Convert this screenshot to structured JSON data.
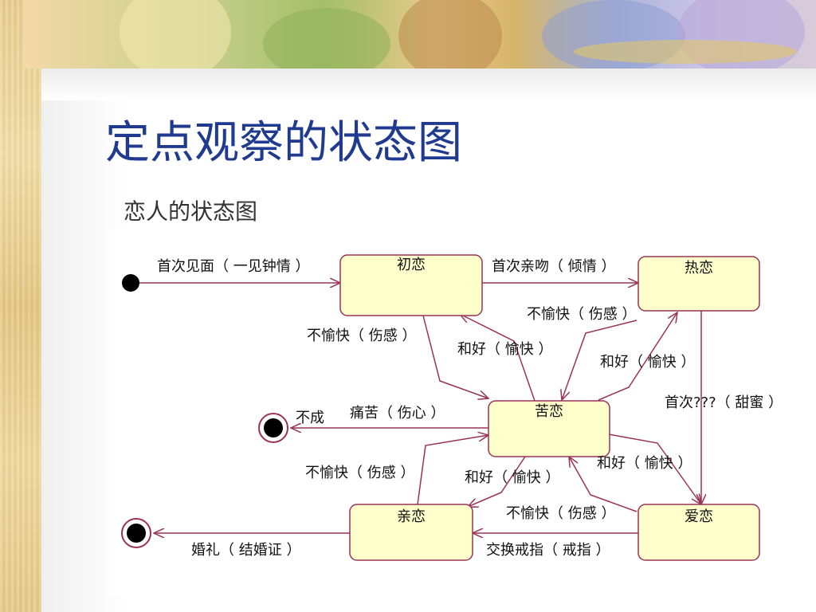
{
  "title": "定点观察的状态图",
  "subtitle": "恋人的状态图",
  "diagram": {
    "states": {
      "chulian": "初恋",
      "relian": "热恋",
      "kulian": "苦恋",
      "qinlian": "亲恋",
      "ailian": "爱恋"
    },
    "transitions": {
      "first_meet": "首次见面（ 一见钟情 ）",
      "first_kiss": "首次亲吻（ 倾情 ）",
      "chu_unhappy": "不愉快（ 伤感 ）",
      "chu_reconcile": "和好（ 愉快 ）",
      "re_unhappy": "不愉快（ 伤感 ）",
      "re_reconcile": "和好（ 愉快 ）",
      "first_sweet": "首次???（ 甜蜜 ）",
      "pain": "痛苦（ 伤心 ）",
      "fail": "不成",
      "qin_unhappy": "不愉快（ 伤感 ）",
      "qin_reconcile": "和好（ 愉快 ）",
      "ai_reconcile": "和好（ 愉快 ）",
      "ai_unhappy": "不愉快（ 伤感 ）",
      "exchange_rings": "交换戒指（ 戒指 ）",
      "wedding": "婚礼（ 结婚证 ）"
    }
  },
  "colors": {
    "title": "#1f3a8f",
    "state_fill": "#ffffcc",
    "state_stroke": "#993355",
    "arrow": "#993355"
  }
}
